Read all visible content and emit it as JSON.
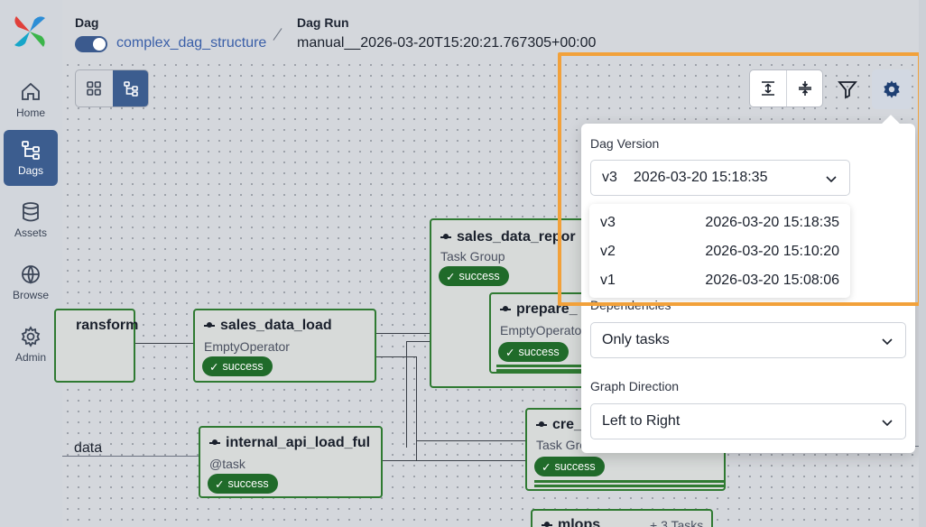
{
  "sidebar": {
    "items": [
      {
        "label": "Home",
        "icon": "home-icon"
      },
      {
        "label": "Dags",
        "icon": "dags-icon",
        "active": true
      },
      {
        "label": "Assets",
        "icon": "database-icon"
      },
      {
        "label": "Browse",
        "icon": "globe-icon"
      },
      {
        "label": "Admin",
        "icon": "gear-icon"
      }
    ]
  },
  "header": {
    "dag_label": "Dag",
    "dag_name": "complex_dag_structure",
    "dag_run_label": "Dag Run",
    "dag_run_id": "manual__2026-03-20T15:20:21.767305+00:00"
  },
  "graph": {
    "nodes": [
      {
        "title": "ransform",
        "sub": ""
      },
      {
        "title": "sales_data_load",
        "sub": "EmptyOperator",
        "status": "success"
      },
      {
        "title": "internal_api_load_ful",
        "sub": "@task",
        "status": "success"
      },
      {
        "title": "sales_data_repor",
        "sub": "Task Group",
        "status": "success"
      },
      {
        "title": "prepare_",
        "sub": "EmptyOperato",
        "status": "success"
      },
      {
        "title": "cre_",
        "sub": "Task Group",
        "status": "success"
      },
      {
        "title": "mlops",
        "sub": "+ 3 Tasks"
      }
    ],
    "edge_label": "data"
  },
  "settings": {
    "dag_version_label": "Dag Version",
    "selected_version": "v3",
    "selected_date": "2026-03-20 15:18:35",
    "versions": [
      {
        "v": "v3",
        "date": "2026-03-20 15:18:35"
      },
      {
        "v": "v2",
        "date": "2026-03-20 15:10:20"
      },
      {
        "v": "v1",
        "date": "2026-03-20 15:08:06"
      }
    ],
    "dependencies_label": "Dependencies",
    "dependencies_value": "Only tasks",
    "graph_direction_label": "Graph Direction",
    "graph_direction_value": "Left to Right"
  },
  "colors": {
    "accent": "#3c5d8f",
    "success": "#206b2a",
    "highlight": "#f2a13a"
  }
}
